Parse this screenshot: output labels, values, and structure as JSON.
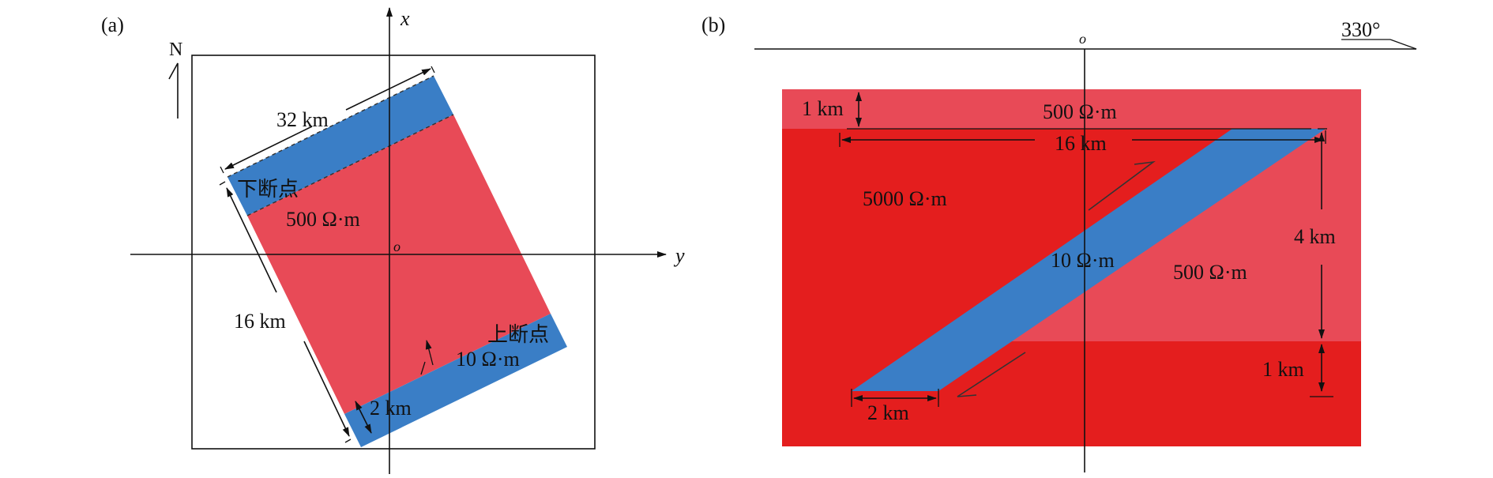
{
  "panel_a": {
    "label": "(a)",
    "axis_x": "x",
    "axis_y": "y",
    "origin": "o",
    "north": "N",
    "width_label": "32 km",
    "length_label": "16 km",
    "thickness_label": "2 km",
    "lower_break": "下断点",
    "upper_break": "上断点",
    "res_block": "500 Ω·m",
    "res_fault": "10 Ω·m"
  },
  "panel_b": {
    "label": "(b)",
    "origin": "o",
    "strike": "330°",
    "top_thickness": "1 km",
    "res_top": "500 Ω·m",
    "horizontal_length": "16 km",
    "res_left": "5000 Ω·m",
    "res_fault": "10 Ω·m",
    "res_right": "500 Ω·m",
    "depth": "4 km",
    "bottom_thickness": "1 km",
    "fault_width": "2 km"
  },
  "colors": {
    "pink": "#e84a57",
    "red": "#e41e1e",
    "blue": "#3a7ec6"
  }
}
